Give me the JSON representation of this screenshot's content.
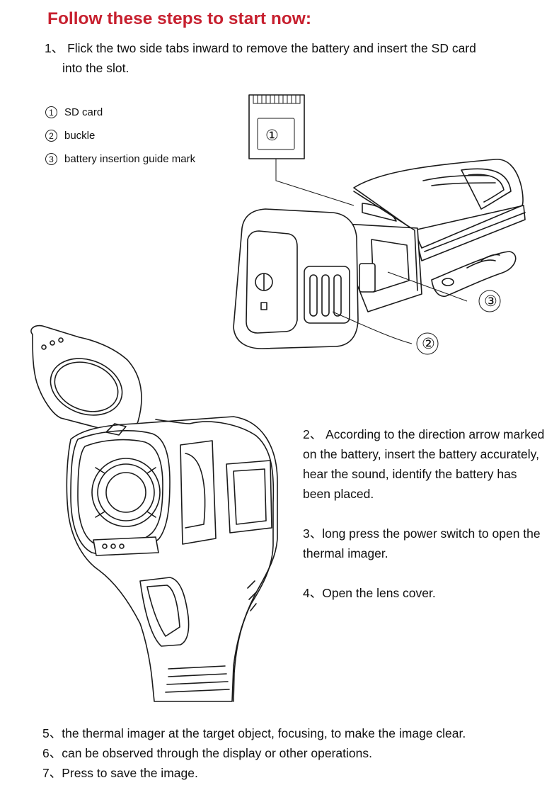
{
  "title": "Follow these steps to start now:",
  "steps": {
    "s1_line1": "1、 Flick the two side tabs inward to remove the battery and insert the SD card",
    "s1_line2": "into the slot.",
    "s2": "2、 According to the direction arrow marked on the battery, insert the battery accurately, hear the sound, identify the battery has been placed.",
    "s3": "3、long press the power switch to open the thermal imager.",
    "s4": "4、Open the lens cover.",
    "s5": "5、the thermal imager at the target object, focusing, to make the image clear.",
    "s6": "6、can be observed through the display or other operations.",
    "s7": "7、Press to save the image."
  },
  "legend": [
    {
      "num": "1",
      "label": "SD card"
    },
    {
      "num": "2",
      "label": "buckle"
    },
    {
      "num": "3",
      "label": "battery insertion guide mark"
    }
  ],
  "callouts": {
    "sd": "①",
    "buckle": "②",
    "guide": "③"
  }
}
